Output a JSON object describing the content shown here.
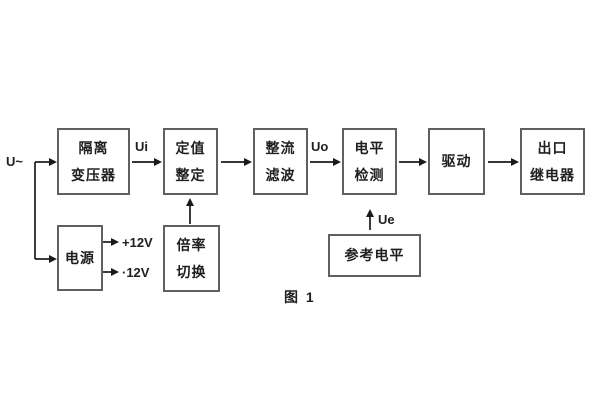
{
  "figure": {
    "caption": "图 1",
    "background_color": "#ffffff",
    "box_border_color": "#606060",
    "wire_color": "#1a1a1a",
    "text_color": "#1f1f1f"
  },
  "blocks": {
    "isolation_transformer": {
      "line1": "隔离",
      "line2": "变压器"
    },
    "value_setting": {
      "line1": "定值",
      "line2": "整定"
    },
    "rectifier_filter": {
      "line1": "整流",
      "line2": "滤波"
    },
    "level_detection": {
      "line1": "电平",
      "line2": "检测"
    },
    "drive": {
      "line1": "驱动"
    },
    "output_relay": {
      "line1": "出口",
      "line2": "继电器"
    },
    "power_supply": {
      "line1": "电源"
    },
    "ratio_switch": {
      "line1": "倍率",
      "line2": "切换"
    },
    "reference_level": {
      "line1": "参考电平"
    }
  },
  "labels": {
    "input_voltage": "U~",
    "ui": "Ui",
    "uo": "Uo",
    "ue": "Ue",
    "rail_positive": "+12V",
    "rail_negative": "·12V"
  }
}
